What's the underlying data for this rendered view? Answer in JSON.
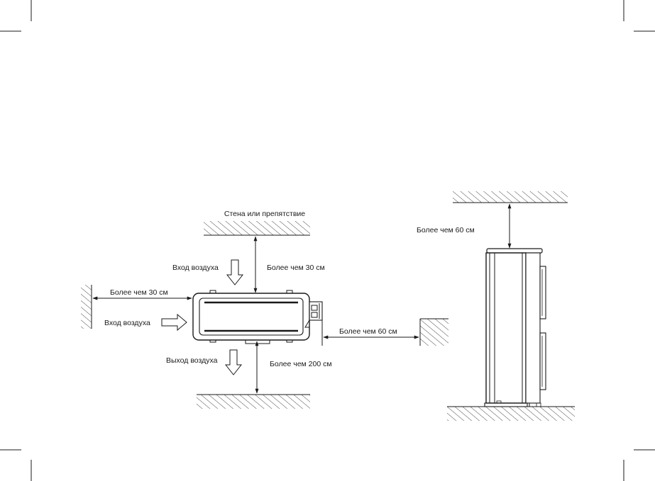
{
  "labels": {
    "wall_or_obstacle": "Стена или препятствие",
    "air_inlet_top": "Вход воздуха",
    "air_inlet_left": "Вход воздуха",
    "air_outlet": "Выход воздуха",
    "clearance_top": "Более чем 30 см",
    "clearance_left": "Более чем 30 см",
    "clearance_right": "Более чем 60 см",
    "clearance_bottom": "Более чем 200 см",
    "side_view_clearance_top": "Более чем 60 см"
  },
  "colors": {
    "line": "#1a1a1a",
    "background": "#ffffff"
  }
}
